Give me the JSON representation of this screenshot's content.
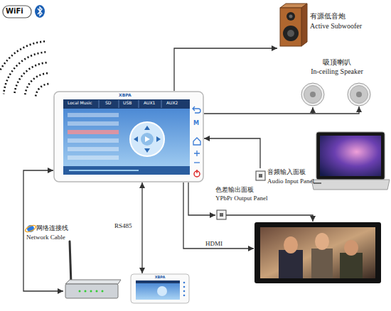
{
  "diagram": {
    "nodes": [
      {
        "text": [
          "有源低音炮",
          "Active Subwoofer"
        ]
      },
      {
        "text": [
          "吸顶喇叭",
          "In-ceiling Speaker"
        ]
      },
      {
        "text": [
          "XBPA",
          "Local Music",
          "SD",
          "USB",
          "AUX1",
          "AUX2",
          "M"
        ]
      },
      {
        "text": [
          "音频输入面板",
          "Audio Input Panel"
        ]
      },
      {
        "text": [
          "色差输出面板",
          "YPbPr Output Panel"
        ]
      },
      {
        "text": [
          "XBPA"
        ]
      }
    ],
    "edges": [
      {
        "from": 2,
        "to": 0,
        "arrow": "to"
      },
      {
        "from": 2,
        "to": 1,
        "arrow": "to"
      },
      {
        "from": 3,
        "to": 2,
        "arrow": "to"
      },
      {
        "from": 2,
        "to": 4,
        "arrow": "to"
      },
      {
        "from": 2,
        "to": 5,
        "label": "RS485",
        "arrow": "both"
      }
    ],
    "labels": [
      "WiFi",
      "网络连接线",
      "Network Cable",
      "HDMI"
    ]
  }
}
